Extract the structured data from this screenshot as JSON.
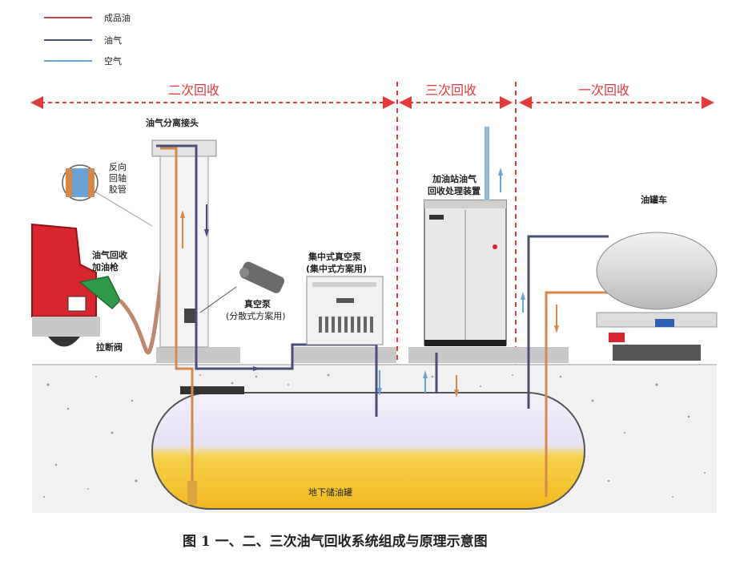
{
  "legend": [
    {
      "label": "成品油",
      "color": "#b5454b"
    },
    {
      "label": "油气",
      "color": "#4a4f78"
    },
    {
      "label": "空气",
      "color": "#6aa3d8"
    }
  ],
  "stages": {
    "second": "二次回收",
    "third": "三次回收",
    "first": "一次回收"
  },
  "labels": {
    "separator_joint": "油气分离接头",
    "coax_hose": [
      "反向",
      "回轴",
      "胶管"
    ],
    "nozzle": [
      "油气回收",
      "加油枪"
    ],
    "breakaway": "拉断阀",
    "vacuum_pump": [
      "真空泵",
      "(分散式方案用)"
    ],
    "central_pump": [
      "集中式真空泵",
      "(集中式方案用)"
    ],
    "treatment_unit": [
      "加油站油气",
      "回收处理装置"
    ],
    "tanker": "油罐车",
    "underground_tank": "地下储油罐"
  },
  "caption": "图 1  一、二、三次油气回收系统组成与原理示意图",
  "colors": {
    "stage_red": "#e23b3b",
    "fuel": "#d7894a",
    "vapor": "#4a4f78",
    "air": "#6aa3d8"
  }
}
